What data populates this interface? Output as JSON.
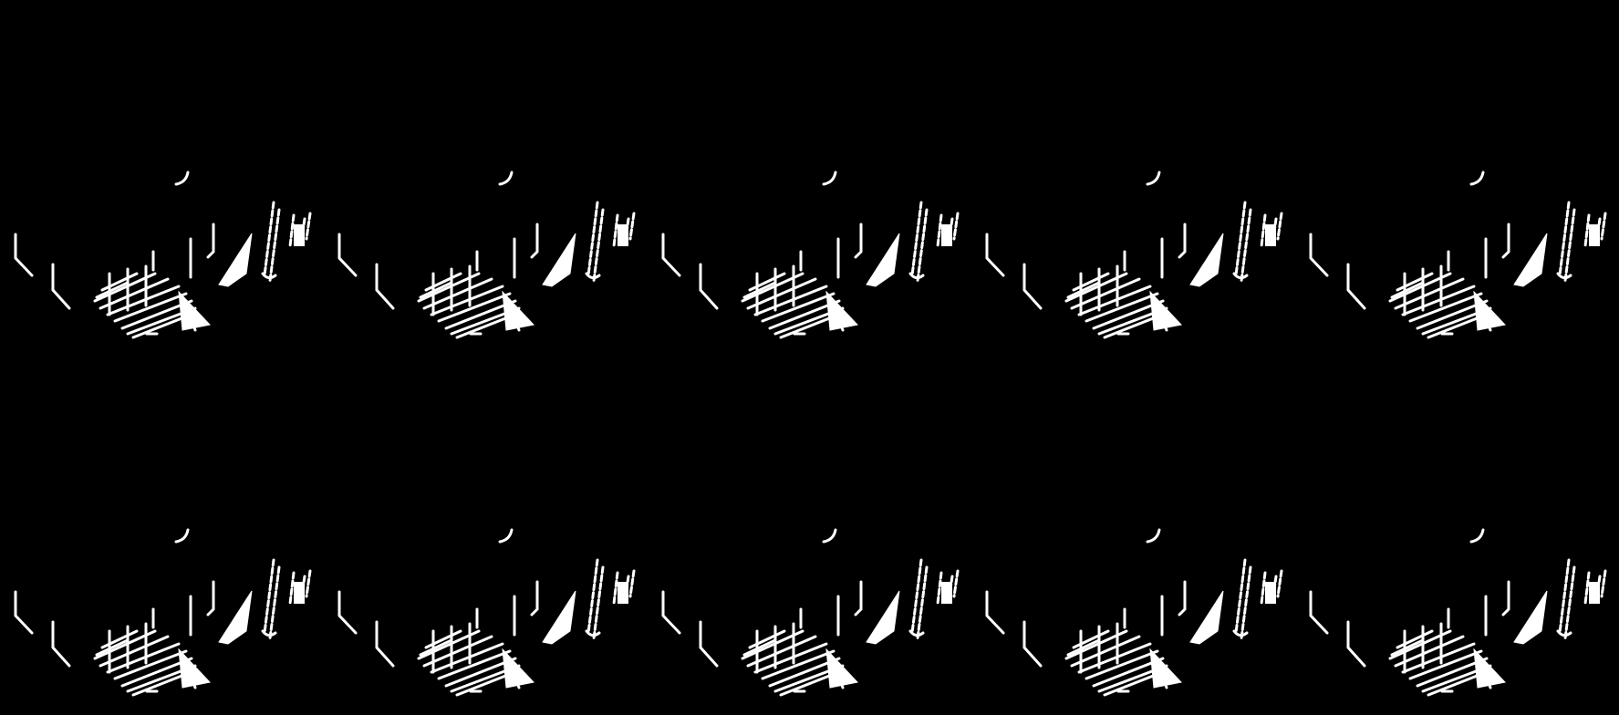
{
  "image": {
    "background": "#000000",
    "foreground": "#ffffff",
    "grid": {
      "rows": 2,
      "columns": 5
    },
    "tile_content": "line-art-fragment"
  }
}
